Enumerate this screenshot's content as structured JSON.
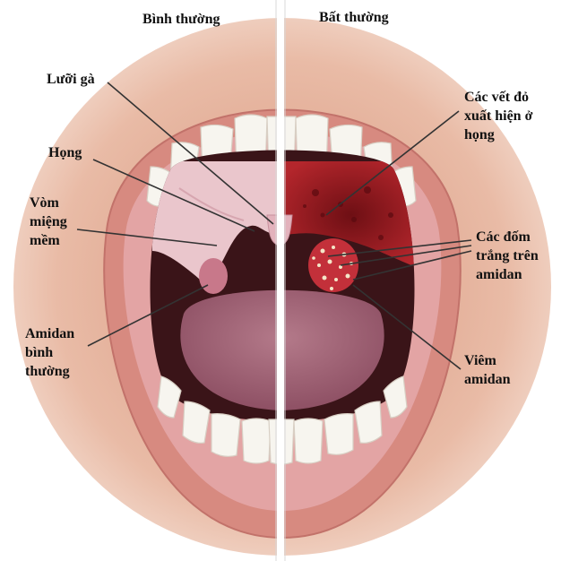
{
  "headers": {
    "normal": "Bình thường",
    "abnormal": "Bất thường"
  },
  "labels": {
    "uvula": "Lưỡi gà",
    "throat": "Họng",
    "soft_palate": "Vòm\nmiệng\nmềm",
    "normal_tonsil": "Amidan\nbình\nthường",
    "red_spots": "Các vết đỏ\nxuất hiện ở\nhọng",
    "white_spots": "Các đốm\ntrắng trên\namidan",
    "tonsillitis": "Viêm\namidan"
  },
  "colors": {
    "skin": "#e8b6a0",
    "lip": "#d98880",
    "gum": "#e4a6a6",
    "tooth": "#f6f4ee",
    "mouth_cavity": "#3a1418",
    "palate_normal": "#e9c6cc",
    "palate_inflamed": "#9c1d22",
    "tongue": "#a8687a",
    "tonsil_normal": "#c87a8a",
    "tonsil_inflamed": "#c0303a",
    "divider": "#ffffff",
    "leader_line": "#333333"
  }
}
